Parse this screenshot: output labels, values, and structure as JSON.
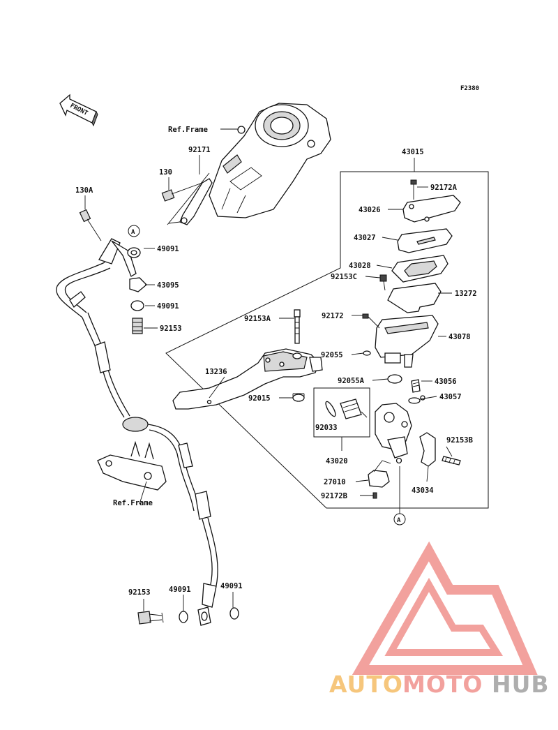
{
  "figure_code": "F2380",
  "front_label": "FRONT",
  "callout_letter": "A",
  "labels": {
    "ref_frame_top": "Ref.Frame",
    "ref_frame_bottom": "Ref.Frame",
    "p130": "130",
    "p130A": "130A",
    "p92171": "92171",
    "p43015": "43015",
    "p92172A": "92172A",
    "p43026": "43026",
    "p43027": "43027",
    "p43028": "43028",
    "p92153C": "92153C",
    "p13272": "13272",
    "p92153A": "92153A",
    "p92172": "92172",
    "p43078": "43078",
    "p92055": "92055",
    "p13236": "13236",
    "p92055A": "92055A",
    "p43056": "43056",
    "p92015": "92015",
    "p43057": "43057",
    "p92033": "92033",
    "p92153B": "92153B",
    "p43020": "43020",
    "p27010": "27010",
    "p43034": "43034",
    "p92172B": "92172B",
    "p49091_a": "49091",
    "p43095": "43095",
    "p49091_b": "49091",
    "p92153_a": "92153",
    "p92153_b": "92153",
    "p49091_c": "49091",
    "p49091_d": "49091"
  },
  "watermark": {
    "auto": "AUTO",
    "moto": "MOTO",
    "hub": "HUB",
    "colors": {
      "logo_red": "#ef8a85",
      "auto": "#f4b95c",
      "moto": "#ef8a85",
      "hub": "#9a9a9a"
    }
  }
}
